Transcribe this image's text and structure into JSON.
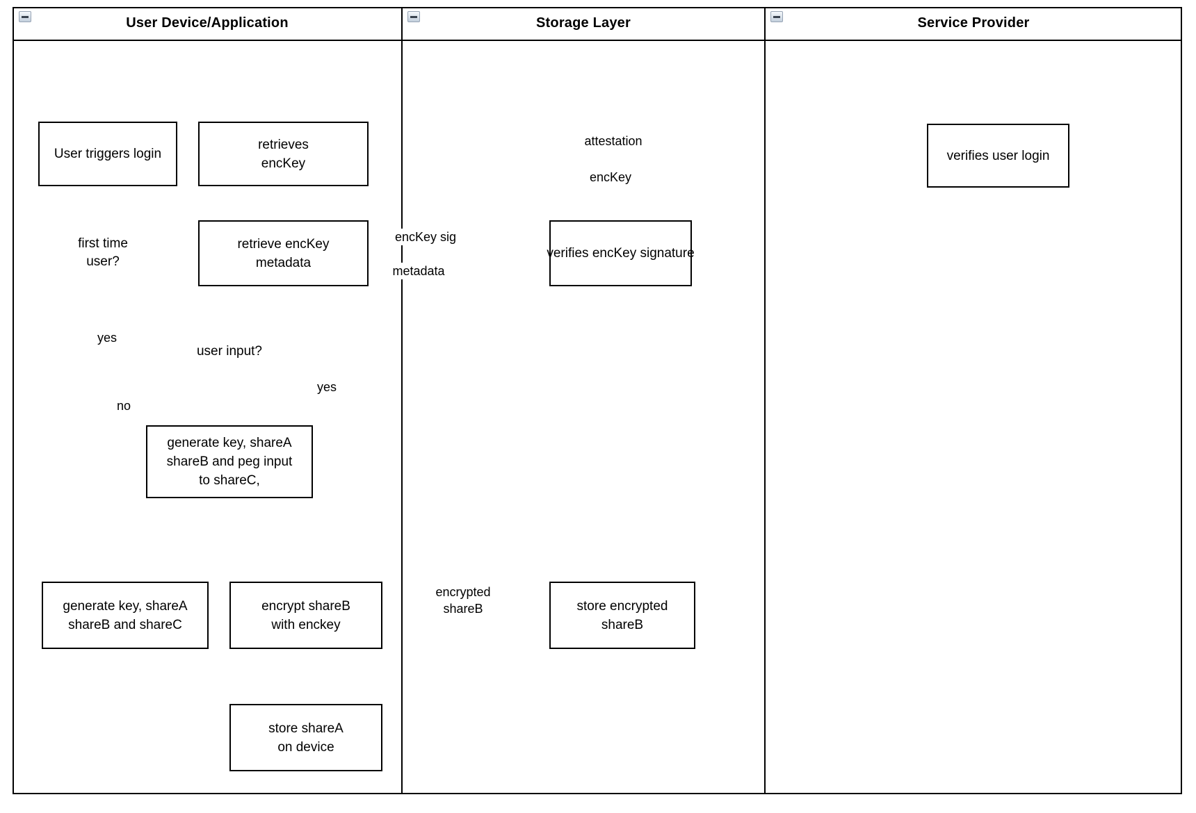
{
  "lanes": [
    {
      "title": "User Device/Application"
    },
    {
      "title": "Storage Layer"
    },
    {
      "title": "Service Provider"
    }
  ],
  "nodes": {
    "user_triggers_login": "User triggers login",
    "retrieves_enckey": "retrieves\nencKey",
    "verifies_user_login": "verifies user login",
    "retrieve_enckey_metadata": "retrieve encKey\nmetadata",
    "verifies_enckey_signature": "verifies encKey signature",
    "generate_key_peg_input": "generate key, shareA\nshareB and peg input\nto shareC,",
    "generate_key_sharec": "generate key, shareA\nshareB and shareC",
    "encrypt_shareb": "encrypt shareB\nwith enckey",
    "store_encrypted_shareb": "store encrypted\nshareB",
    "store_sharea": "store shareA\non device"
  },
  "decisions": {
    "first_time_user": "first time\nuser?",
    "user_input": "user input?"
  },
  "edge_labels": {
    "attestation": "attestation",
    "enckey": "encKey",
    "enckey_sig": "encKey sig",
    "metadata": "metadata",
    "yes_first_time": "yes",
    "no_user_input": "no",
    "yes_user_input": "yes",
    "encrypted_shareb": "encrypted\nshareB"
  },
  "colors": {
    "connector": "#B85450",
    "start_arrow": "#FF2A1A",
    "decision_fill": "#FCF9C9",
    "decision_stroke": "#FF0000",
    "shape_stroke": "#000000"
  }
}
